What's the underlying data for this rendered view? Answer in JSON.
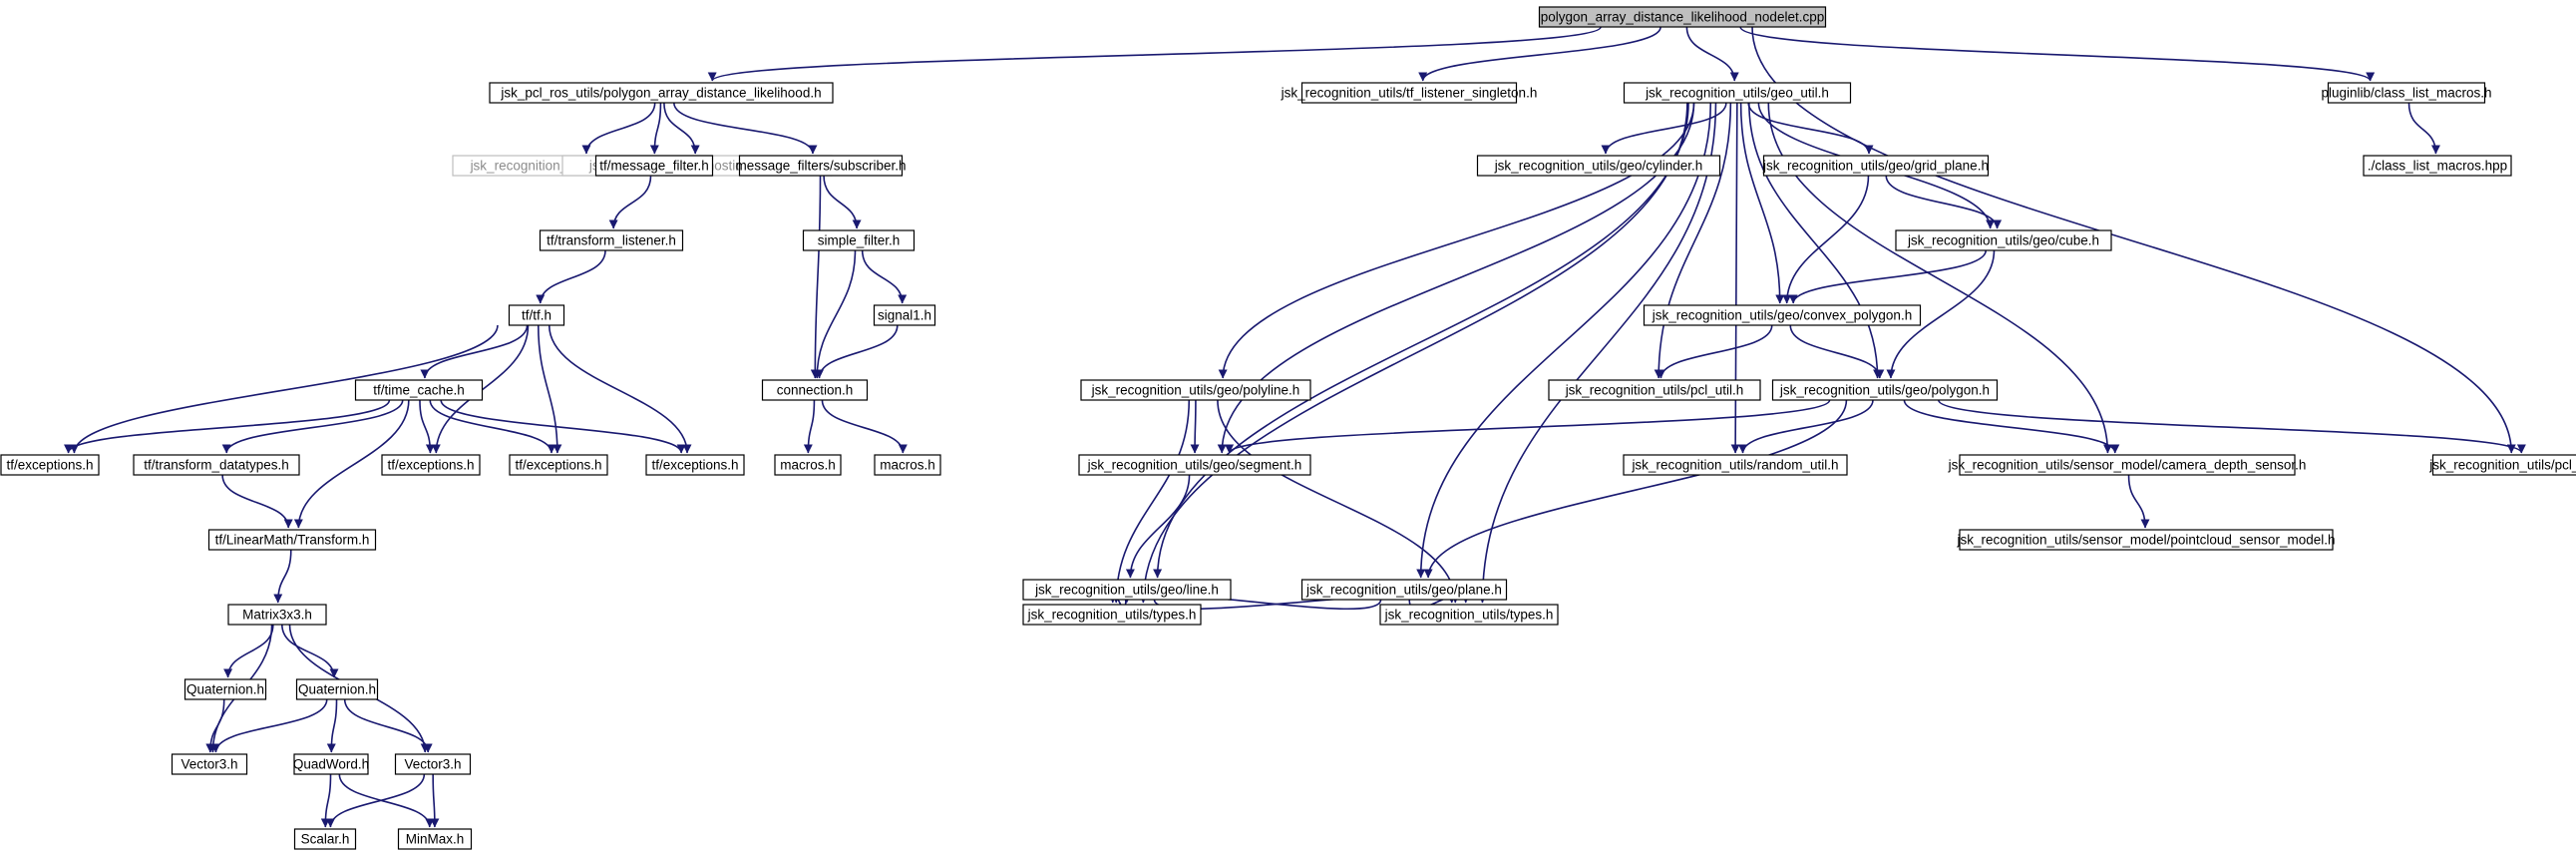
{
  "colors": {
    "edge": "#191970",
    "node_border": "#000000",
    "root_fill": "#bfbfbf",
    "external_text": "#8c8c8c"
  },
  "graph": {
    "nodes": [
      {
        "id": "root",
        "label": "polygon_array_distance_likelihood_nodelet.cpp",
        "kind": "root"
      },
      {
        "id": "pcl_h",
        "label": "jsk_pcl_ros_utils/polygon_array_distance_likelihood.h"
      },
      {
        "id": "tfsingle",
        "label": "jsk_recognition_utils/tf_listener_singleton.h"
      },
      {
        "id": "geo_util",
        "label": "jsk_recognition_utils/geo_util.h"
      },
      {
        "id": "plugin",
        "label": "pluginlib/class_list_macros.h"
      },
      {
        "id": "polyarr",
        "label": "jsk_recognition_msgs/PolygonArray.h",
        "kind": "ext"
      },
      {
        "id": "diag",
        "label": "jsk_topic_tools/diagnostic_nodelet.h",
        "kind": "ext"
      },
      {
        "id": "msgfilter",
        "label": "tf/message_filter.h"
      },
      {
        "id": "subscriber",
        "label": "message_filters/subscriber.h"
      },
      {
        "id": "cylinder",
        "label": "jsk_recognition_utils/geo/cylinder.h"
      },
      {
        "id": "grid",
        "label": "jsk_recognition_utils/geo/grid_plane.h"
      },
      {
        "id": "clm_hpp",
        "label": "./class_list_macros.hpp"
      },
      {
        "id": "tflistener",
        "label": "tf/transform_listener.h"
      },
      {
        "id": "simple",
        "label": "simple_filter.h"
      },
      {
        "id": "cube",
        "label": "jsk_recognition_utils/geo/cube.h"
      },
      {
        "id": "tf_h",
        "label": "tf/tf.h"
      },
      {
        "id": "signal1",
        "label": "signal1.h"
      },
      {
        "id": "convex",
        "label": "jsk_recognition_utils/geo/convex_polygon.h"
      },
      {
        "id": "timecache",
        "label": "tf/time_cache.h"
      },
      {
        "id": "connection",
        "label": "connection.h"
      },
      {
        "id": "polyline",
        "label": "jsk_recognition_utils/geo/polyline.h"
      },
      {
        "id": "pclutil",
        "label": "jsk_recognition_utils/pcl_util.h"
      },
      {
        "id": "polygon",
        "label": "jsk_recognition_utils/geo/polygon.h"
      },
      {
        "id": "exc1",
        "label": "tf/exceptions.h"
      },
      {
        "id": "tfdt",
        "label": "tf/transform_datatypes.h"
      },
      {
        "id": "exc2",
        "label": "tf/exceptions.h"
      },
      {
        "id": "exc3",
        "label": "tf/exceptions.h"
      },
      {
        "id": "exc4",
        "label": "tf/exceptions.h"
      },
      {
        "id": "macros1",
        "label": "macros.h"
      },
      {
        "id": "macros2",
        "label": "macros.h"
      },
      {
        "id": "segment",
        "label": "jsk_recognition_utils/geo/segment.h"
      },
      {
        "id": "random",
        "label": "jsk_recognition_utils/random_util.h"
      },
      {
        "id": "camdepth",
        "label": "jsk_recognition_utils/sensor_model/camera_depth_sensor.h"
      },
      {
        "id": "pclconv",
        "label": "jsk_recognition_utils/pcl_conversion_util.h"
      },
      {
        "id": "transform",
        "label": "tf/LinearMath/Transform.h"
      },
      {
        "id": "pcsensor",
        "label": "jsk_recognition_utils/sensor_model/pointcloud_sensor_model.h"
      },
      {
        "id": "line",
        "label": "jsk_recognition_utils/geo/line.h"
      },
      {
        "id": "plane",
        "label": "jsk_recognition_utils/geo/plane.h"
      },
      {
        "id": "matrix",
        "label": "Matrix3x3.h"
      },
      {
        "id": "types1",
        "label": "jsk_recognition_utils/types.h"
      },
      {
        "id": "types2",
        "label": "jsk_recognition_utils/types.h"
      },
      {
        "id": "quat1",
        "label": "Quaternion.h"
      },
      {
        "id": "quat2",
        "label": "Quaternion.h"
      },
      {
        "id": "vec3a",
        "label": "Vector3.h"
      },
      {
        "id": "quadword",
        "label": "QuadWord.h"
      },
      {
        "id": "vec3b",
        "label": "Vector3.h"
      },
      {
        "id": "scalar",
        "label": "Scalar.h"
      },
      {
        "id": "minmax",
        "label": "MinMax.h"
      }
    ],
    "edges": [
      [
        "root",
        "pcl_h"
      ],
      [
        "root",
        "tfsingle"
      ],
      [
        "root",
        "geo_util"
      ],
      [
        "root",
        "plugin"
      ],
      [
        "root",
        "pclconv"
      ],
      [
        "pcl_h",
        "polyarr"
      ],
      [
        "pcl_h",
        "diag"
      ],
      [
        "pcl_h",
        "msgfilter"
      ],
      [
        "pcl_h",
        "subscriber"
      ],
      [
        "msgfilter",
        "tflistener"
      ],
      [
        "tflistener",
        "tf_h"
      ],
      [
        "tf_h",
        "timecache"
      ],
      [
        "tf_h",
        "exc1"
      ],
      [
        "tf_h",
        "exc2"
      ],
      [
        "tf_h",
        "exc3"
      ],
      [
        "tf_h",
        "exc4"
      ],
      [
        "timecache",
        "exc1"
      ],
      [
        "timecache",
        "tfdt"
      ],
      [
        "timecache",
        "exc2"
      ],
      [
        "timecache",
        "exc3"
      ],
      [
        "timecache",
        "exc4"
      ],
      [
        "timecache",
        "transform"
      ],
      [
        "tfdt",
        "transform"
      ],
      [
        "transform",
        "matrix"
      ],
      [
        "matrix",
        "quat1"
      ],
      [
        "matrix",
        "quat2"
      ],
      [
        "matrix",
        "vec3a"
      ],
      [
        "matrix",
        "vec3b"
      ],
      [
        "quat1",
        "vec3a"
      ],
      [
        "quat2",
        "vec3a"
      ],
      [
        "quat2",
        "quadword"
      ],
      [
        "quat2",
        "vec3b"
      ],
      [
        "quadword",
        "scalar"
      ],
      [
        "quadword",
        "minmax"
      ],
      [
        "vec3b",
        "scalar"
      ],
      [
        "vec3b",
        "minmax"
      ],
      [
        "subscriber",
        "simple"
      ],
      [
        "subscriber",
        "connection"
      ],
      [
        "simple",
        "signal1"
      ],
      [
        "simple",
        "connection"
      ],
      [
        "signal1",
        "connection"
      ],
      [
        "connection",
        "macros1"
      ],
      [
        "connection",
        "macros2"
      ],
      [
        "geo_util",
        "cylinder"
      ],
      [
        "geo_util",
        "grid"
      ],
      [
        "geo_util",
        "cube"
      ],
      [
        "geo_util",
        "convex"
      ],
      [
        "geo_util",
        "polygon"
      ],
      [
        "geo_util",
        "polyline"
      ],
      [
        "geo_util",
        "segment"
      ],
      [
        "geo_util",
        "line"
      ],
      [
        "geo_util",
        "plane"
      ],
      [
        "geo_util",
        "pclutil"
      ],
      [
        "geo_util",
        "random"
      ],
      [
        "geo_util",
        "camdepth"
      ],
      [
        "geo_util",
        "types1"
      ],
      [
        "geo_util",
        "types2"
      ],
      [
        "grid",
        "cube"
      ],
      [
        "grid",
        "convex"
      ],
      [
        "cube",
        "convex"
      ],
      [
        "cube",
        "polygon"
      ],
      [
        "convex",
        "pclutil"
      ],
      [
        "convex",
        "polygon"
      ],
      [
        "polygon",
        "segment"
      ],
      [
        "polygon",
        "random"
      ],
      [
        "polygon",
        "camdepth"
      ],
      [
        "polygon",
        "pclconv"
      ],
      [
        "polygon",
        "plane"
      ],
      [
        "polyline",
        "segment"
      ],
      [
        "polyline",
        "types1"
      ],
      [
        "polyline",
        "types2"
      ],
      [
        "segment",
        "line"
      ],
      [
        "line",
        "types1"
      ],
      [
        "line",
        "types2"
      ],
      [
        "plane",
        "types1"
      ],
      [
        "plane",
        "types2"
      ],
      [
        "camdepth",
        "pcsensor"
      ],
      [
        "plugin",
        "clm_hpp"
      ]
    ]
  }
}
